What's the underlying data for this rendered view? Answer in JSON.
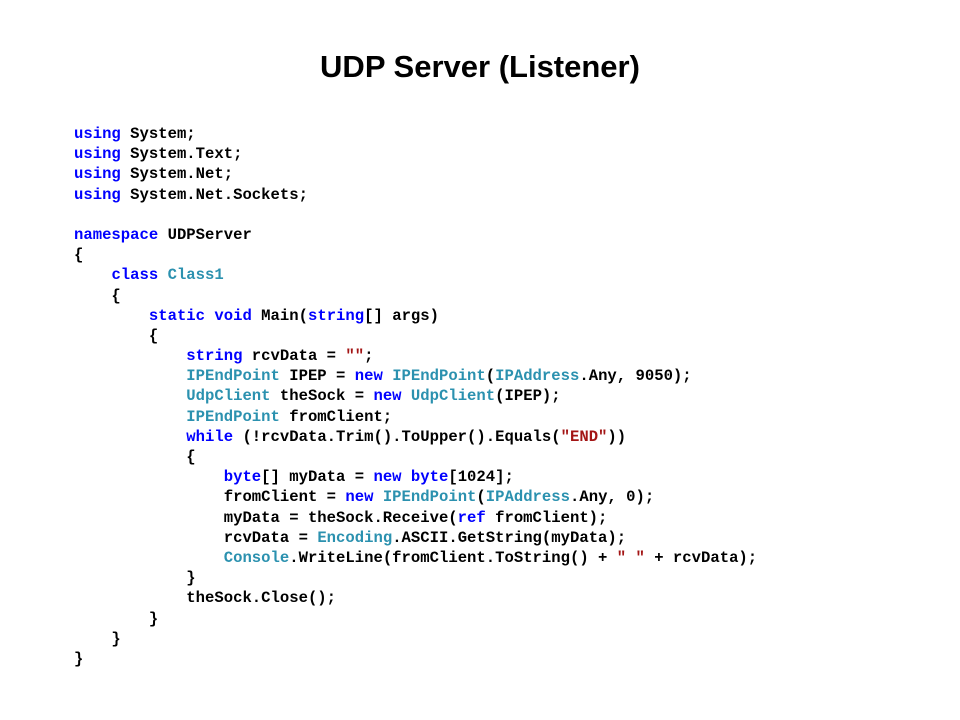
{
  "slide": {
    "title": "UDP Server (Listener)"
  },
  "colors": {
    "keyword": "#0000ff",
    "type": "#2b91af",
    "string": "#a31515",
    "plain": "#000000"
  },
  "code": {
    "lines": [
      [
        {
          "t": "using",
          "k": "kw"
        },
        {
          "t": " System;"
        }
      ],
      [
        {
          "t": "using",
          "k": "kw"
        },
        {
          "t": " System.Text;"
        }
      ],
      [
        {
          "t": "using",
          "k": "kw"
        },
        {
          "t": " System.Net;"
        }
      ],
      [
        {
          "t": "using",
          "k": "kw"
        },
        {
          "t": " System.Net.Sockets;"
        }
      ],
      [],
      [
        {
          "t": "namespace",
          "k": "kw"
        },
        {
          "t": " UDPServer"
        }
      ],
      [
        {
          "t": "{"
        }
      ],
      [
        {
          "t": "    "
        },
        {
          "t": "class",
          "k": "kw"
        },
        {
          "t": " "
        },
        {
          "t": "Class1",
          "k": "type"
        }
      ],
      [
        {
          "t": "    {"
        }
      ],
      [
        {
          "t": "        "
        },
        {
          "t": "static",
          "k": "kw"
        },
        {
          "t": " "
        },
        {
          "t": "void",
          "k": "kw"
        },
        {
          "t": " Main("
        },
        {
          "t": "string",
          "k": "kw"
        },
        {
          "t": "[] args)"
        }
      ],
      [
        {
          "t": "        {"
        }
      ],
      [
        {
          "t": "            "
        },
        {
          "t": "string",
          "k": "kw"
        },
        {
          "t": " rcvData = "
        },
        {
          "t": "\"\"",
          "k": "str"
        },
        {
          "t": ";"
        }
      ],
      [
        {
          "t": "            "
        },
        {
          "t": "IPEndPoint",
          "k": "type"
        },
        {
          "t": " IPEP = "
        },
        {
          "t": "new",
          "k": "kw"
        },
        {
          "t": " "
        },
        {
          "t": "IPEndPoint",
          "k": "type"
        },
        {
          "t": "("
        },
        {
          "t": "IPAddress",
          "k": "type"
        },
        {
          "t": ".Any, 9050);"
        }
      ],
      [
        {
          "t": "            "
        },
        {
          "t": "UdpClient",
          "k": "type"
        },
        {
          "t": " theSock = "
        },
        {
          "t": "new",
          "k": "kw"
        },
        {
          "t": " "
        },
        {
          "t": "UdpClient",
          "k": "type"
        },
        {
          "t": "(IPEP);"
        }
      ],
      [
        {
          "t": "            "
        },
        {
          "t": "IPEndPoint",
          "k": "type"
        },
        {
          "t": " fromClient;"
        }
      ],
      [
        {
          "t": "            "
        },
        {
          "t": "while",
          "k": "kw"
        },
        {
          "t": " (!rcvData.Trim().ToUpper().Equals("
        },
        {
          "t": "\"END\"",
          "k": "str"
        },
        {
          "t": "))"
        }
      ],
      [
        {
          "t": "            {"
        }
      ],
      [
        {
          "t": "                "
        },
        {
          "t": "byte",
          "k": "kw"
        },
        {
          "t": "[] myData = "
        },
        {
          "t": "new",
          "k": "kw"
        },
        {
          "t": " "
        },
        {
          "t": "byte",
          "k": "kw"
        },
        {
          "t": "[1024];"
        }
      ],
      [
        {
          "t": "                fromClient = "
        },
        {
          "t": "new",
          "k": "kw"
        },
        {
          "t": " "
        },
        {
          "t": "IPEndPoint",
          "k": "type"
        },
        {
          "t": "("
        },
        {
          "t": "IPAddress",
          "k": "type"
        },
        {
          "t": ".Any, 0);"
        }
      ],
      [
        {
          "t": "                myData = theSock.Receive("
        },
        {
          "t": "ref",
          "k": "kw"
        },
        {
          "t": " fromClient);"
        }
      ],
      [
        {
          "t": "                rcvData = "
        },
        {
          "t": "Encoding",
          "k": "type"
        },
        {
          "t": ".ASCII.GetString(myData);"
        }
      ],
      [
        {
          "t": "                "
        },
        {
          "t": "Console",
          "k": "type"
        },
        {
          "t": ".WriteLine(fromClient.ToString() + "
        },
        {
          "t": "\" \"",
          "k": "str"
        },
        {
          "t": " + rcvData);"
        }
      ],
      [
        {
          "t": "            }"
        }
      ],
      [
        {
          "t": "            theSock.Close();"
        }
      ],
      [
        {
          "t": "        }"
        }
      ],
      [
        {
          "t": "    }"
        }
      ],
      [
        {
          "t": "}"
        }
      ]
    ]
  }
}
